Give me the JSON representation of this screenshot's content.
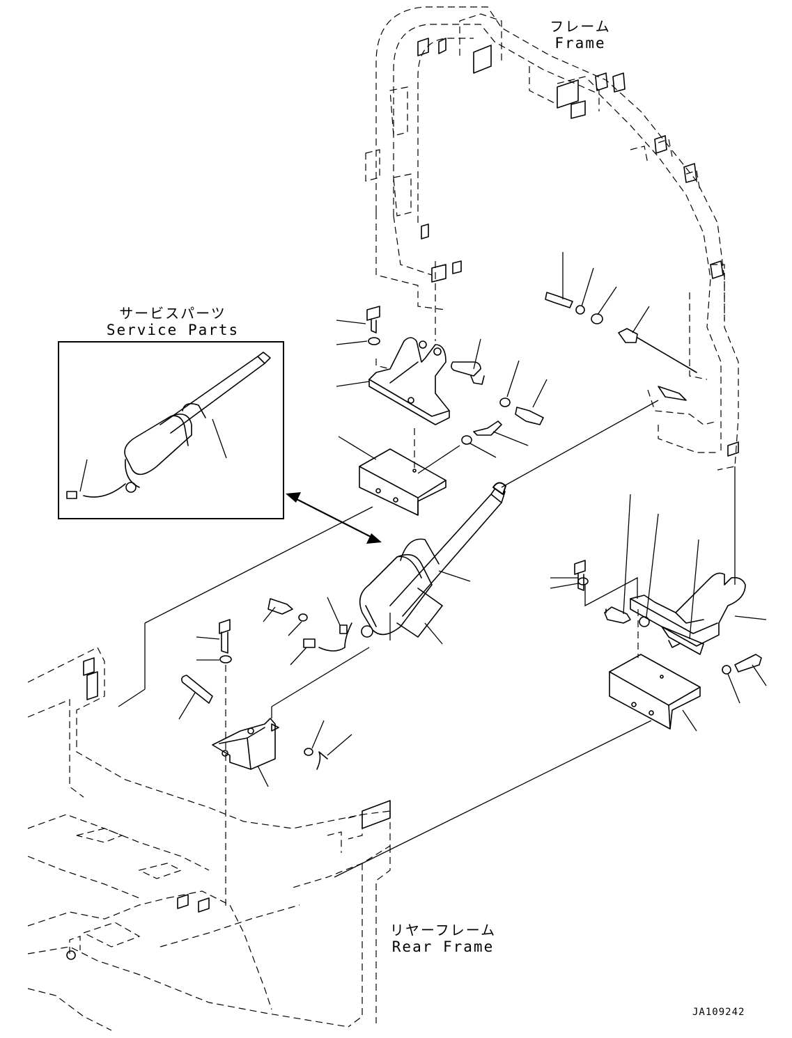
{
  "labels": {
    "frame": {
      "jp": "フレーム",
      "en": "Frame"
    },
    "service_parts": {
      "jp": "サービスパーツ",
      "en": "Service Parts"
    },
    "rear_frame": {
      "jp": "リヤーフレーム",
      "en": "Rear Frame"
    }
  },
  "drawing_code": "JA109242"
}
